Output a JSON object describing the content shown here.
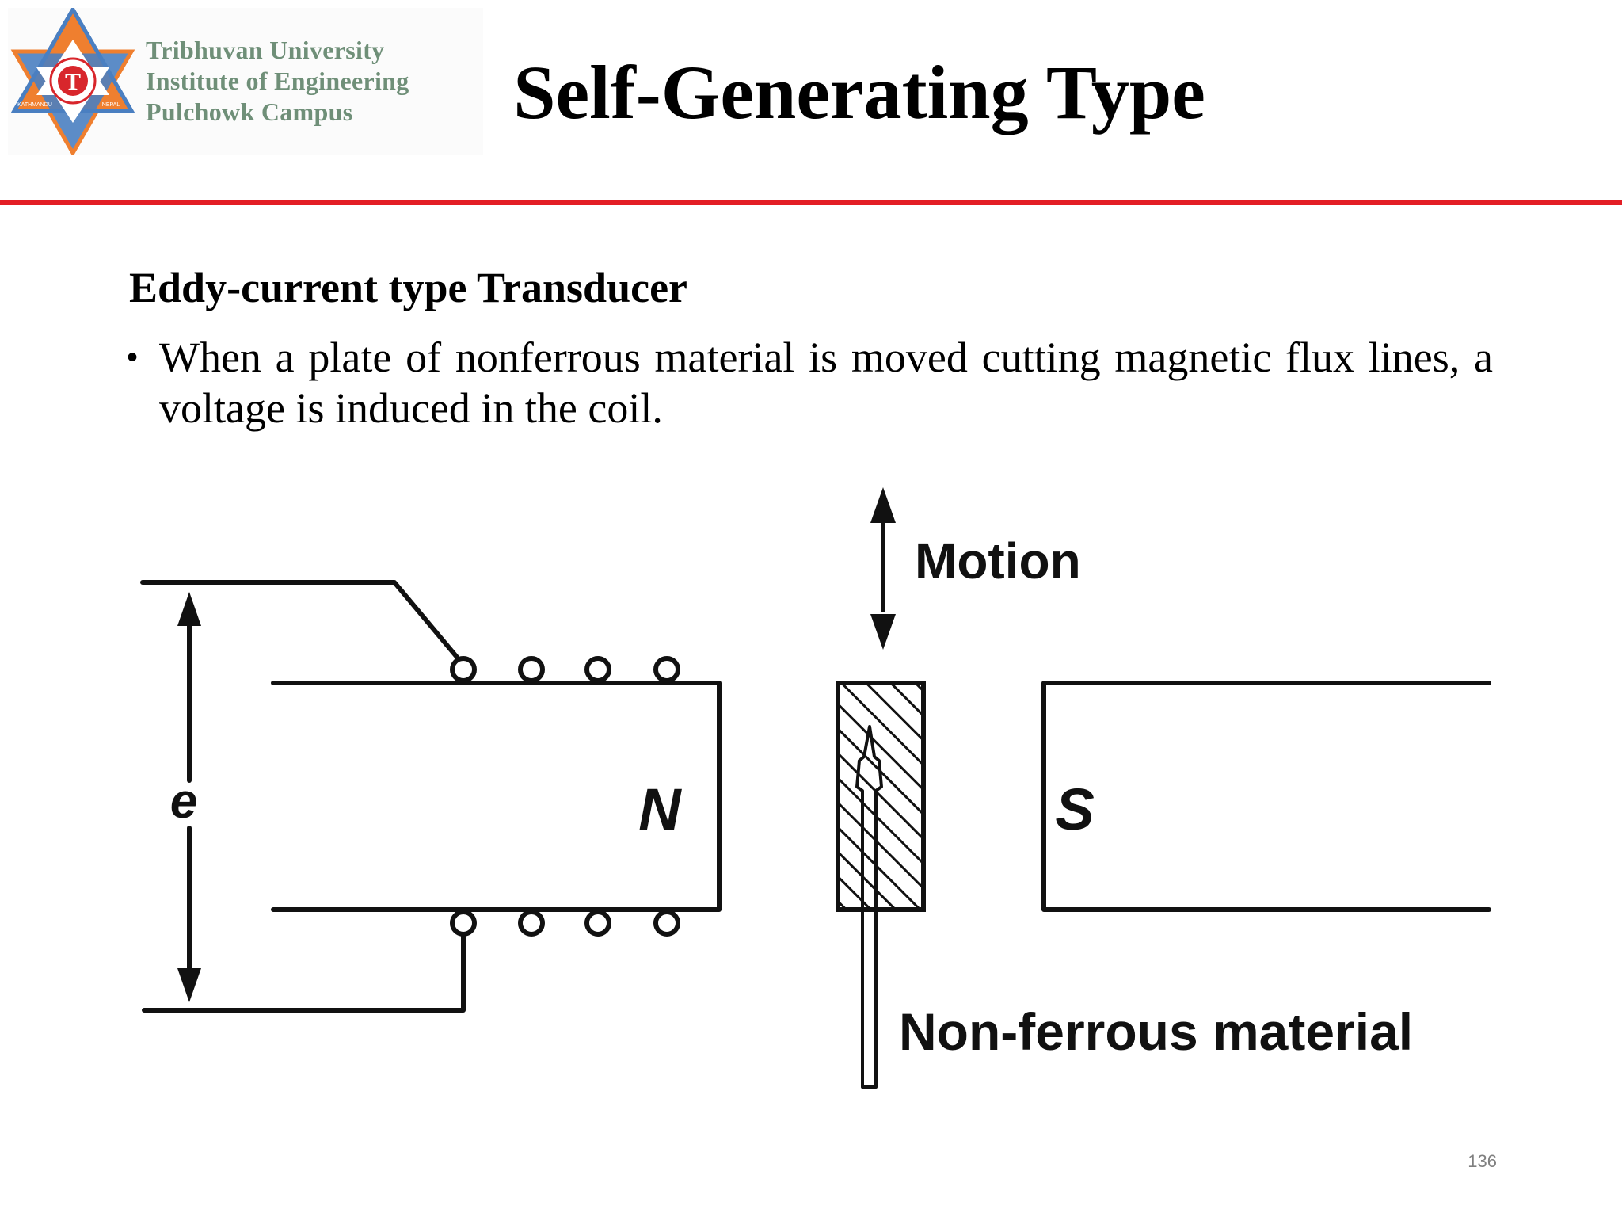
{
  "header": {
    "logo": {
      "line1": "Tribhuvan University",
      "line2": "Institute of Engineering",
      "line3": "Pulchowk Campus",
      "emblem_letter": "T",
      "emblem_text_left": "KATHMANDU",
      "emblem_text_right": "NEPAL",
      "colors": {
        "triangle_blue": "#4a7fc1",
        "triangle_orange": "#ef7f2f",
        "seal_red": "#d8262c",
        "text": "#6f8f78"
      }
    },
    "title": "Self-Generating Type",
    "rule_color": "#e31e25"
  },
  "content": {
    "heading": "Eddy-current type Transducer",
    "bullet": "When a plate of nonferrous material is moved cutting magnetic flux lines, a voltage is induced in the coil."
  },
  "diagram": {
    "labels": {
      "emf": "e",
      "north_pole": "N",
      "south_pole": "S",
      "motion": "Motion",
      "plate": "Non-ferrous material"
    }
  },
  "footer": {
    "page_number": "136"
  }
}
